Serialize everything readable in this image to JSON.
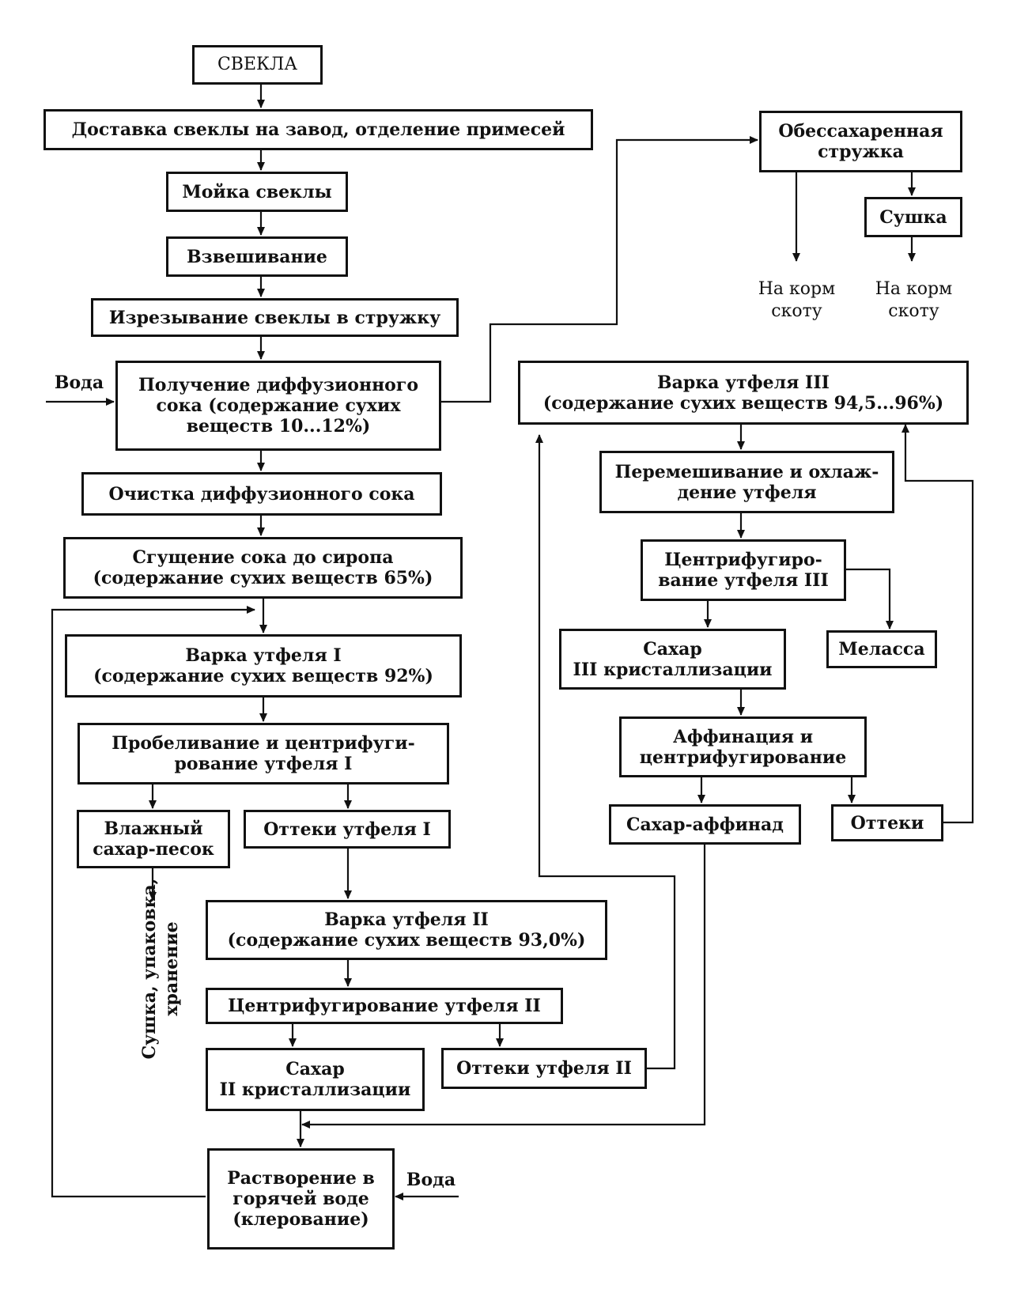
{
  "nodes": {
    "beet": "СВЕКЛА",
    "delivery": "Доставка свеклы на завод, отделение примесей",
    "washing": "Мойка свеклы",
    "weighing": "Взвешивание",
    "slicing": "Изрезывание свеклы в стружку",
    "diffusion": "Получение диффузионного\nсока (содержание сухих\nвеществ 10...12%)",
    "purification": "Очистка диффузионного сока",
    "thickening": "Сгущение сока до сиропа\n(содержание сухих веществ 65%)",
    "boil1": "Варка утфеля I\n(содержание сухих   веществ 92%)",
    "whitening": "Пробеливание и центрифуги-\nрование утфеля I",
    "wet_sugar": "Влажный\nсахар-песок",
    "runoff1": "Оттеки утфеля I",
    "boil2": "Варка утфеля II\n(содержание сухих веществ 93,0%)",
    "centrifuge2": "Центрифугирование утфеля II",
    "sugar2": "Сахар\nII кристаллизации",
    "runoff2": "Оттеки утфеля II",
    "dissolve": "Растворение в\nгорячей воде\n(клерование)",
    "pulp": "Обессахаренная\nстружка",
    "drying": "Сушка",
    "boil3": "Варка утфеля III\n(содержание сухих веществ 94,5...96%)",
    "mixing": "Перемешивание и охлаж-\nдение утфеля",
    "centrifuge3": "Центрифугиро-\nвание утфеля III",
    "sugar3": "Сахар\nIII кристаллизации",
    "molasses": "Меласса",
    "affination": "Аффинация и\nцентрифугирование",
    "affinade": "Сахар-аффинад",
    "runoff_aff": "Оттеки"
  },
  "labels": {
    "water1": "Вода",
    "water2": "Вода",
    "feed1": "На корм\nскоту",
    "feed2": "На корм\nскоту",
    "storage": "Сушка, упаковка,\nхранение"
  },
  "colors": {
    "line": "#111111",
    "background": "#ffffff"
  }
}
